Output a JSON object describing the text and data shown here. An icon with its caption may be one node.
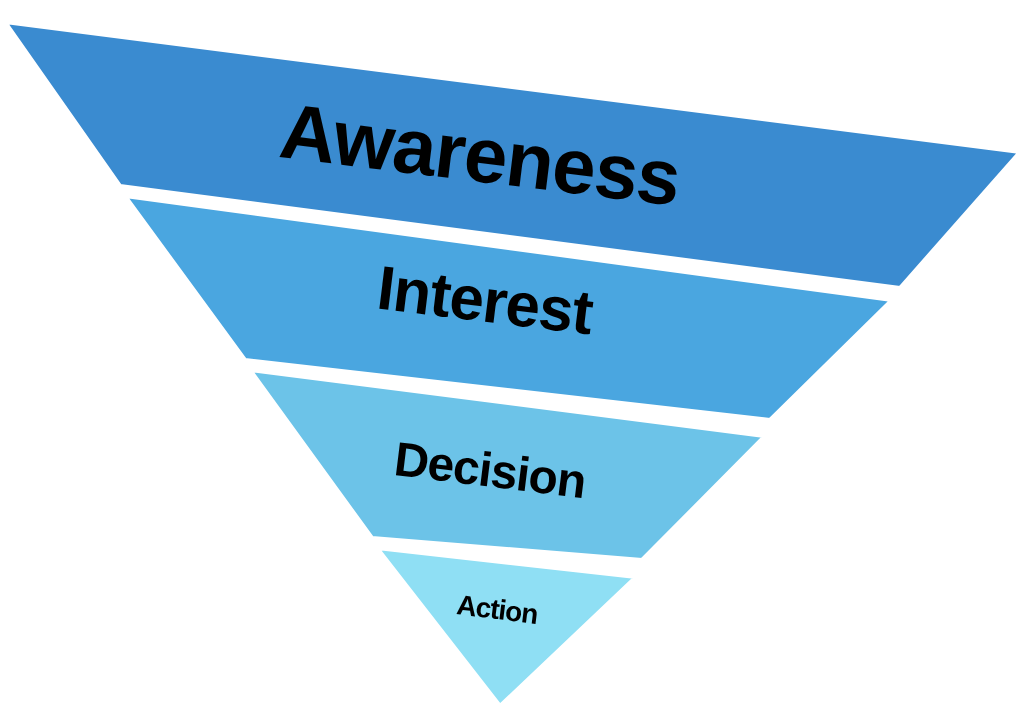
{
  "diagram": {
    "nodes": [
      {
        "text": [
          "Awareness"
        ]
      },
      {
        "text": [
          "Interest"
        ]
      },
      {
        "text": [
          "Decision"
        ]
      },
      {
        "text": [
          "Action"
        ]
      }
    ]
  }
}
